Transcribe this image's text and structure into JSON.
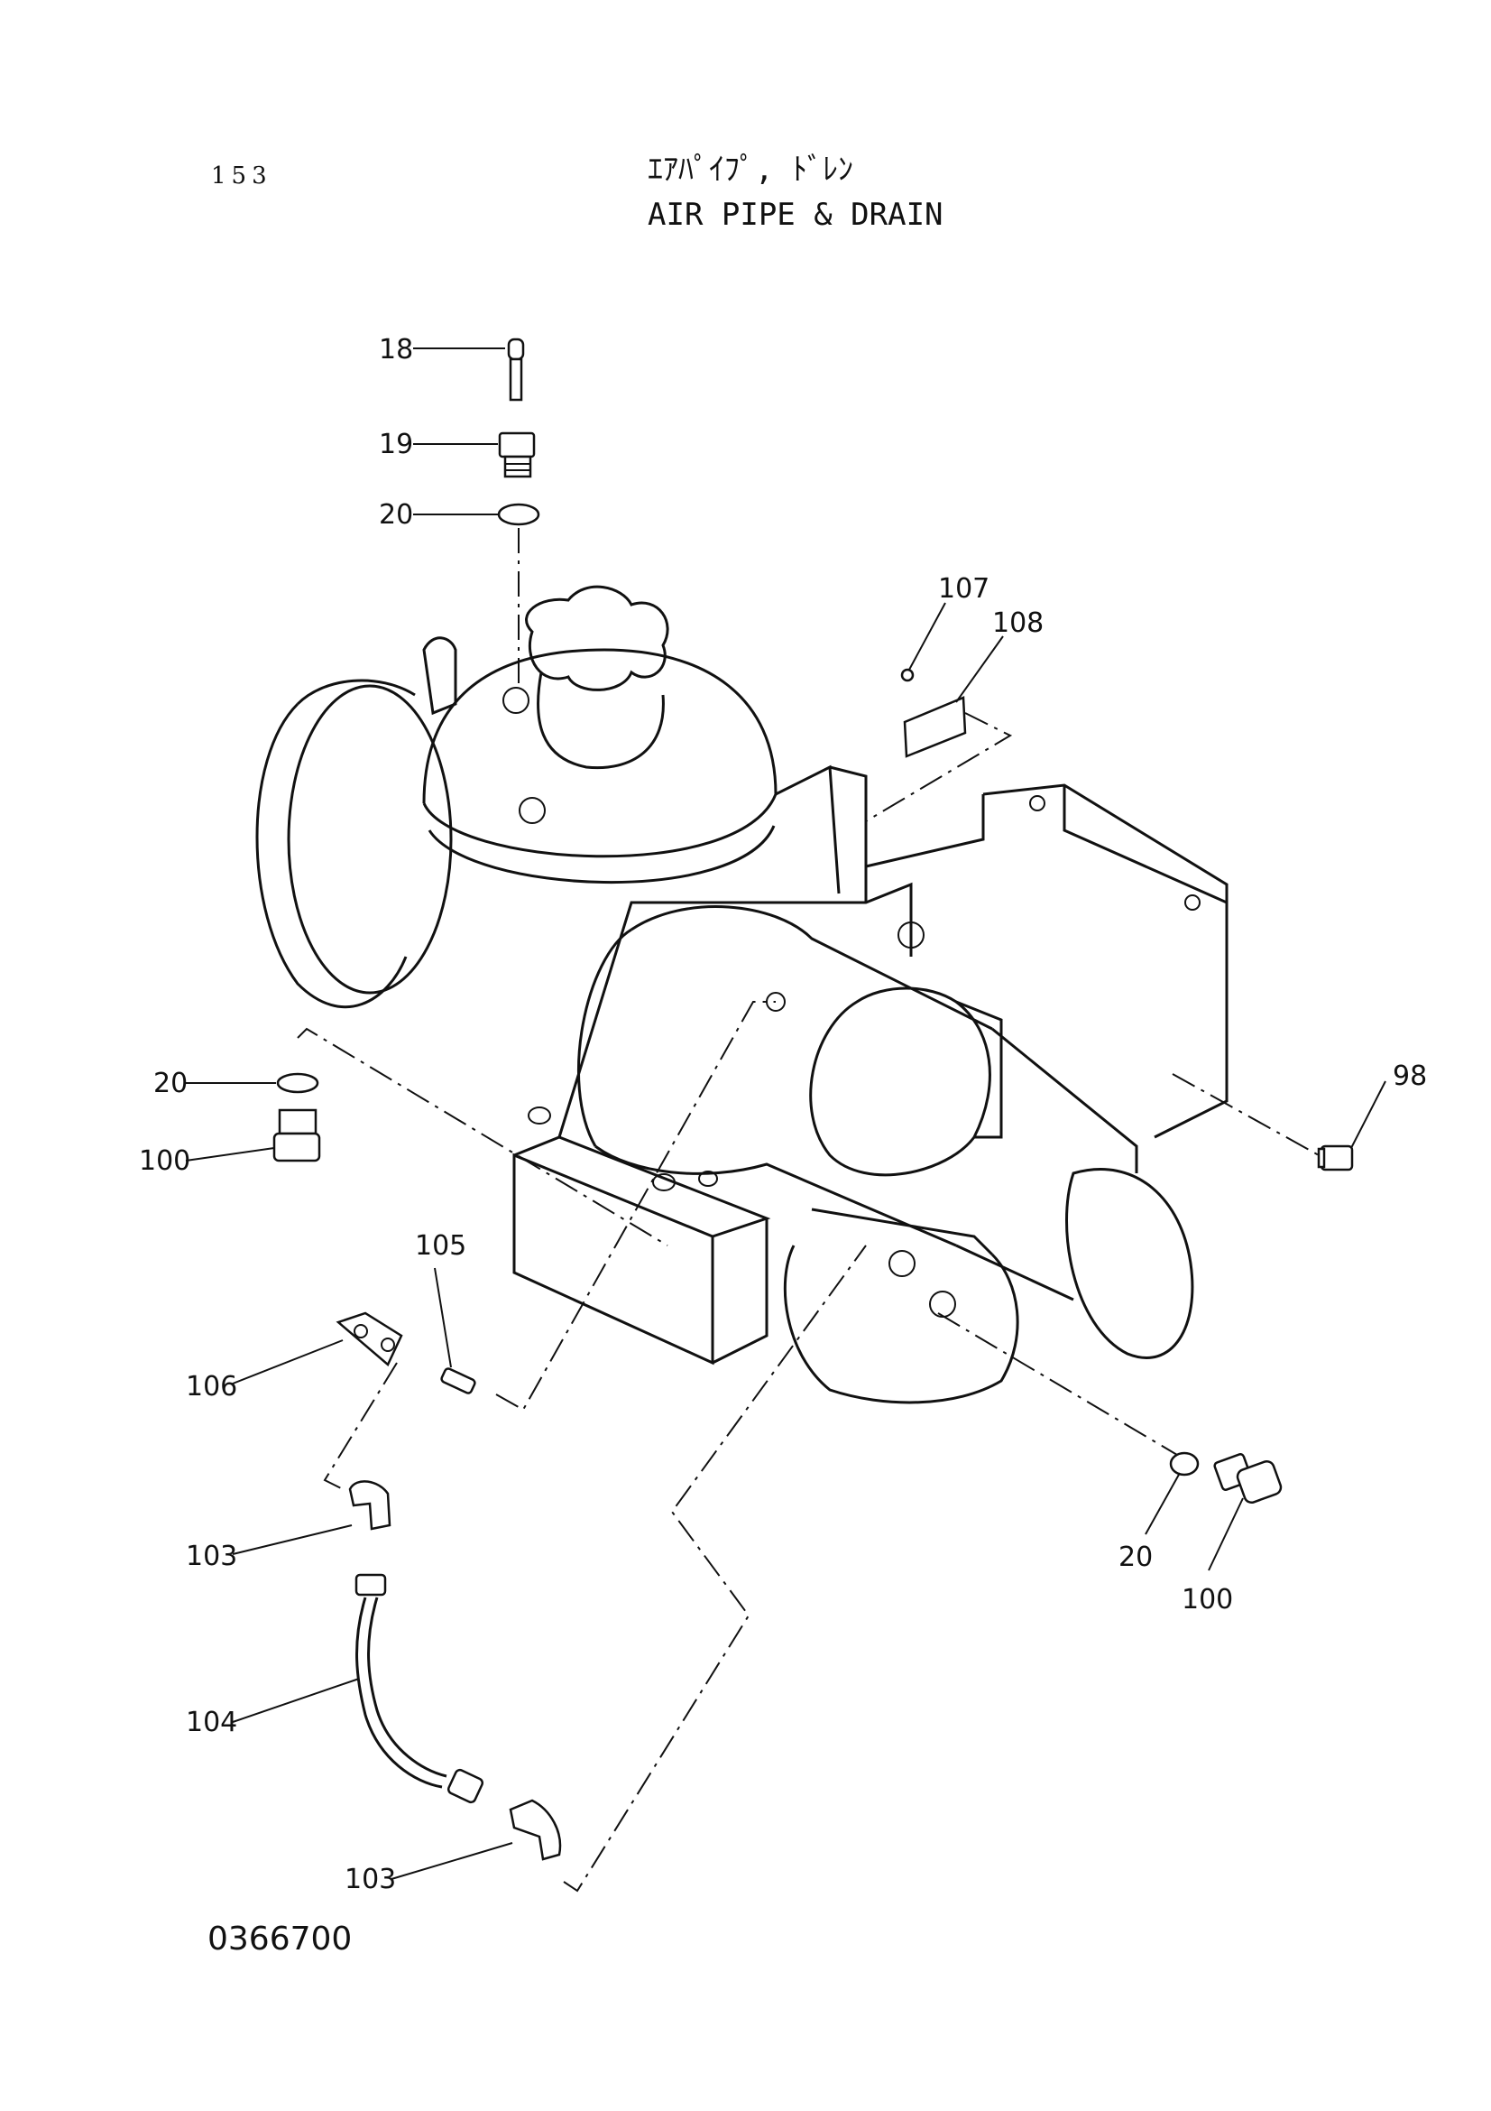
{
  "header": {
    "page_number": "153",
    "title_jp": "ｴｱﾊﾟｲﾌﾟ, ﾄﾞﾚﾝ",
    "title_en": "AIR PIPE & DRAIN"
  },
  "footer": {
    "drawing_number": "0366700"
  },
  "callouts": [
    {
      "id": "c18",
      "label": "18"
    },
    {
      "id": "c19",
      "label": "19"
    },
    {
      "id": "c20a",
      "label": "20"
    },
    {
      "id": "c107",
      "label": "107"
    },
    {
      "id": "c108",
      "label": "108"
    },
    {
      "id": "c20b",
      "label": "20"
    },
    {
      "id": "c100a",
      "label": "100"
    },
    {
      "id": "c98",
      "label": "98"
    },
    {
      "id": "c105",
      "label": "105"
    },
    {
      "id": "c106",
      "label": "106"
    },
    {
      "id": "c103a",
      "label": "103"
    },
    {
      "id": "c104",
      "label": "104"
    },
    {
      "id": "c103b",
      "label": "103"
    },
    {
      "id": "c20c",
      "label": "20"
    },
    {
      "id": "c100b",
      "label": "100"
    }
  ]
}
